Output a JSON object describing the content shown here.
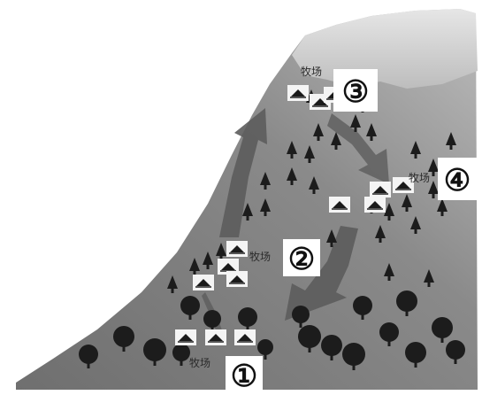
{
  "pasture_label": "牧场",
  "markers": {
    "m1": "①",
    "m2": "②",
    "m3": "③",
    "m4": "④"
  }
}
